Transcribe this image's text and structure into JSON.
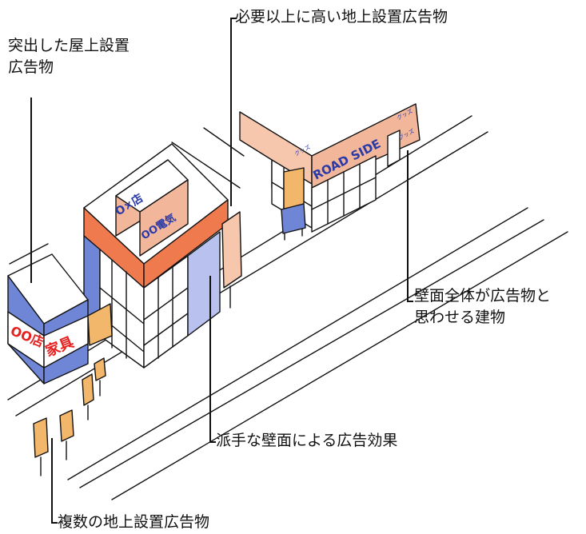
{
  "callouts": {
    "rooftop": {
      "line1": "突出した屋上設置",
      "line2": "広告物"
    },
    "tall_ground": {
      "text": "必要以上に高い地上設置広告物"
    },
    "wall_whole": {
      "line1": "壁面全体が広告物と",
      "line2": "思わせる建物"
    },
    "flashy_wall": {
      "text": "派手な壁面による広告効果"
    },
    "multiple_ground": {
      "text": "複数の地上設置広告物"
    }
  },
  "signs": {
    "furniture_store": {
      "prefix": "OO店",
      "name": "家具"
    },
    "rooftop_store": "O×店",
    "rooftop_electric": "OO電気",
    "roadside": "ROAD SIDE",
    "small_goods_1": "グッズ",
    "small_goods_2": "グッズ",
    "small_goods_3": "グッズ"
  },
  "colors": {
    "ink": "#111111",
    "blue_wall": "#6f86d6",
    "orange_band": "#ee7a4e",
    "salmon": "#f2b79a",
    "peach_wall": "#f6c7ad",
    "sign_yellow": "#f2b76b",
    "lavender": "#b9c2ee",
    "red_text": "#e5201e",
    "navy_text": "#2a3aa8"
  }
}
